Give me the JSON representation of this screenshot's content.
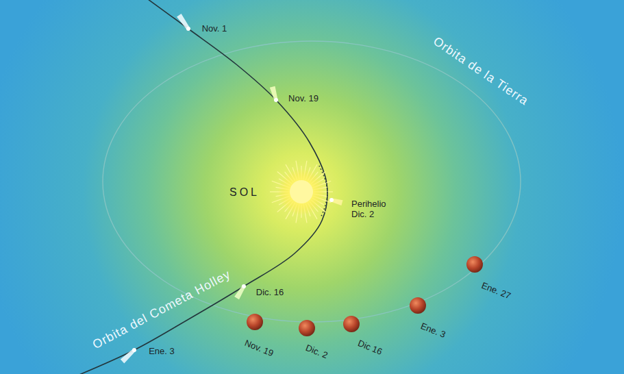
{
  "diagram": {
    "labels": [
      "Nov. 1",
      "Orbita de la Tierra",
      "Nov. 19",
      "SOL",
      "Perihelio Dic. 2",
      "Dic. 16",
      "Orbita del Cometa Holley",
      "Ene. 27",
      "Ene. 3",
      "Nov. 19",
      "Dic. 2",
      "Dic 16",
      "Ene. 3"
    ]
  }
}
